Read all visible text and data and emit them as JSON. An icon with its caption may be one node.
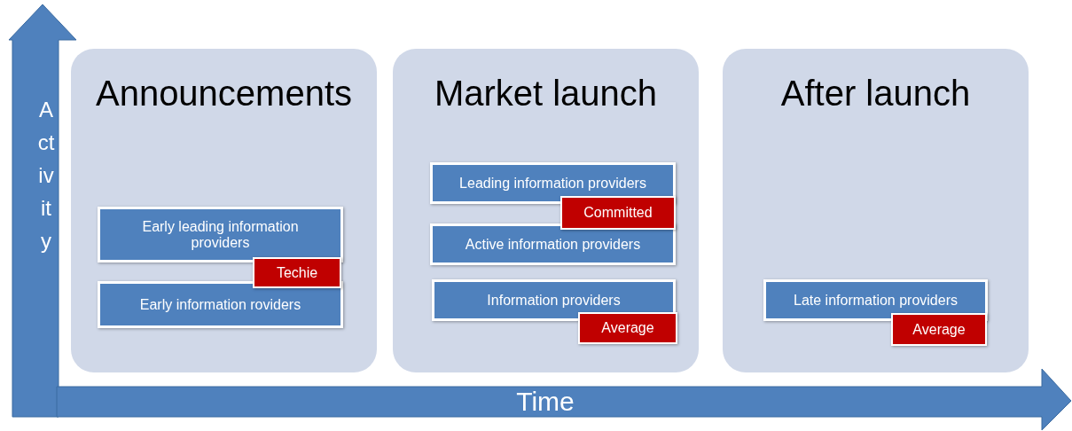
{
  "diagram": {
    "nodes": [
      {
        "text": [
          "Announcements"
        ]
      },
      {
        "text": [
          "Early leading information providers"
        ],
        "in": 0
      },
      {
        "text": [
          "Techie"
        ],
        "in": 0
      },
      {
        "text": [
          "Early information roviders"
        ],
        "in": 0
      },
      {
        "text": [
          "Market launch"
        ]
      },
      {
        "text": [
          "Leading information providers"
        ],
        "in": 4
      },
      {
        "text": [
          "Committed"
        ],
        "in": 4
      },
      {
        "text": [
          "Active information providers"
        ],
        "in": 4
      },
      {
        "text": [
          "Information providers"
        ],
        "in": 4
      },
      {
        "text": [
          "Average"
        ],
        "in": 4
      },
      {
        "text": [
          "After launch"
        ]
      },
      {
        "text": [
          "Late information providers"
        ],
        "in": 10
      },
      {
        "text": [
          "Average"
        ],
        "in": 10
      }
    ],
    "edges": [],
    "labels": [
      "Activity",
      "Time"
    ]
  }
}
